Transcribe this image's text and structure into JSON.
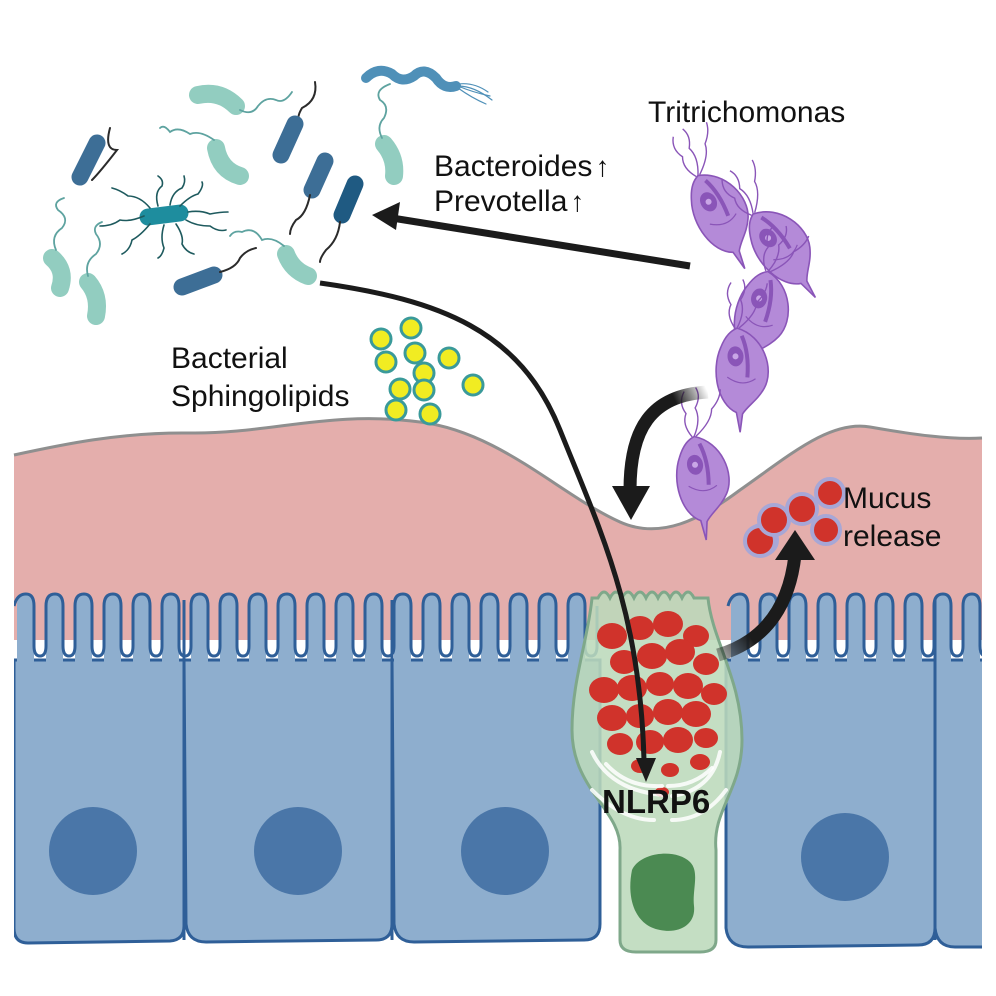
{
  "figure": {
    "type": "schematic",
    "subject": "Tritrichomonas, gut microbiota, and goblet cell mucus release via NLRP6"
  },
  "labels": {
    "tritrichomonas": "Tritrichomonas",
    "bacteroides": "Bacteroides",
    "prevotella": "Prevotella",
    "increase_glyph": "↑",
    "bacterial_sphingolipids_line1": "Bacterial",
    "bacterial_sphingolipids_line2": "Sphingolipids",
    "mucus_release_line1": "Mucus",
    "mucus_release_line2": "release",
    "nlrp6": "NLRP6"
  },
  "elements": {
    "bacteria_count": 14,
    "protozoa_count": 5,
    "sphingolipid_particles": 11,
    "mucus_granules_released": 5,
    "enterocytes": 5,
    "goblet_cells": 1
  },
  "colors": {
    "mucus_layer": "#e4aeac",
    "mucus_outline": "#8f8f8f",
    "enterocyte_fill": "#8eaece",
    "enterocyte_outline": "#2f5f98",
    "enterocyte_nucleus": "#4a76a8",
    "goblet_fill": "#bcd9bb",
    "goblet_outline": "#7fa88a",
    "goblet_nucleus": "#4b8a52",
    "mucin_granule": "#d0332b",
    "protozoa_fill": "#b48ad8",
    "protozoa_outline": "#8a55b8",
    "sphingolipid_fill": "#f1ec22",
    "sphingolipid_outline": "#3a9a9a",
    "bacteria_dark": "#3d6e96",
    "bacteria_light": "#92cdc0",
    "bacteria_teal": "#1e8d9e",
    "arrow": "#1b1b1b",
    "text": "#111111"
  }
}
